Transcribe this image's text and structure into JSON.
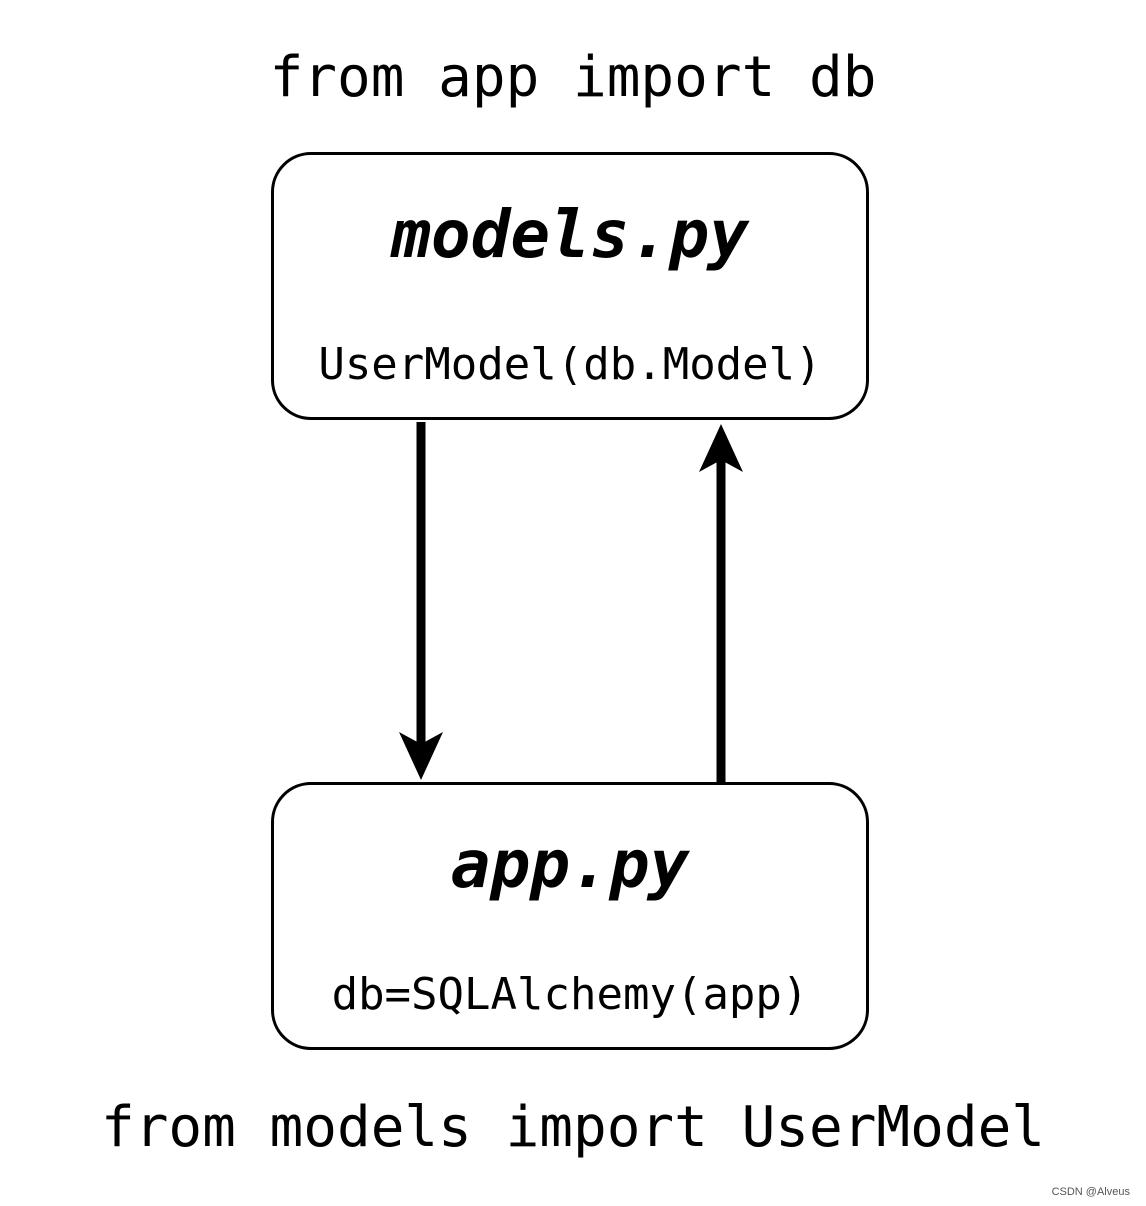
{
  "diagram": {
    "top_caption": "from app import db",
    "bottom_caption": "from models import UserModel",
    "nodes": {
      "models": {
        "title": "models.py",
        "code": "UserModel(db.Model)"
      },
      "app": {
        "title": "app.py",
        "code": "db=SQLAlchemy(app)"
      }
    },
    "edges": [
      {
        "from": "models.py",
        "to": "app.py"
      },
      {
        "from": "app.py",
        "to": "models.py"
      }
    ]
  },
  "watermark": "CSDN @Alveus",
  "colors": {
    "stroke": "#000000",
    "background": "#ffffff"
  }
}
